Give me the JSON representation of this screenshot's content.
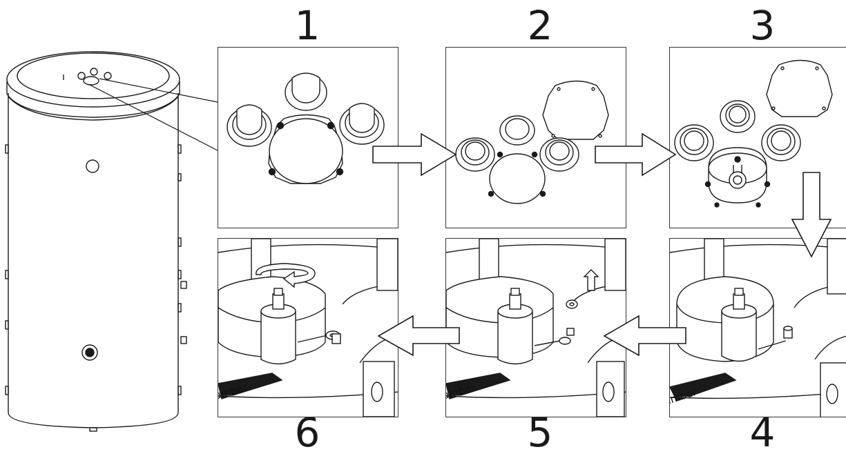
{
  "steps": [
    {
      "id": "1",
      "label": "1"
    },
    {
      "id": "2",
      "label": "2"
    },
    {
      "id": "3",
      "label": "3"
    },
    {
      "id": "4",
      "label": "4"
    },
    {
      "id": "5",
      "label": "5"
    },
    {
      "id": "6",
      "label": "6"
    }
  ],
  "decal_text": "umber",
  "colors": {
    "line": "#1a1a1a",
    "panel_border": "#333333",
    "background": "#ffffff"
  },
  "icons": [
    "tank-icon",
    "flange-cover-icon",
    "pipe-connection-icon",
    "anode-icon",
    "nut-icon",
    "ring-terminal-icon",
    "rotation-arrow-icon",
    "flow-arrow-icon"
  ]
}
